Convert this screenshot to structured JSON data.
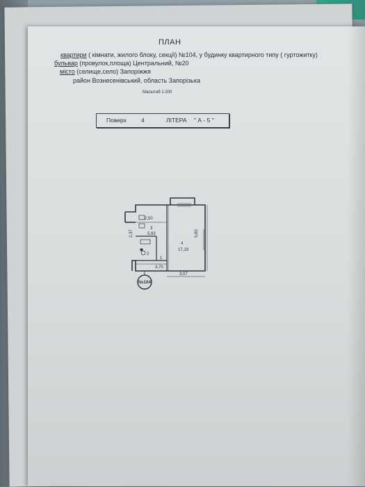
{
  "document": {
    "title": "ПЛАН",
    "line1_underlined": "квартири",
    "line1_rest": " ( кімнати, жилого блоку, секції)  №104, у будинку квартирного типу ( гуртожитку)",
    "line2_underlined": "бульвар",
    "line2_rest": " (провулок,площа)  Центральний, №20",
    "line3_underlined": "місто",
    "line3_rest": " (селище,село) Запоріжжя",
    "line4": "район Вознесенівський,  область Запорізька",
    "scale": "Масштаб 1:200"
  },
  "floor_box": {
    "floor_label": "Поверх",
    "floor_number": "4",
    "litera_label": "ЛІТЕРА",
    "litera_value": "\" А - 5 \""
  },
  "plan": {
    "dim_top": "2,50",
    "dim_side_left": "2,37",
    "dim_side_right": "5,60",
    "dim_corridor": "3,70",
    "dim_bottom": "3,07",
    "room_3_num": "3",
    "room_3_area": "5,93",
    "room_4_num": "4",
    "room_4_area": "17,19",
    "room_2_num": "2",
    "room_1_num": "1",
    "stamp": "№104"
  }
}
